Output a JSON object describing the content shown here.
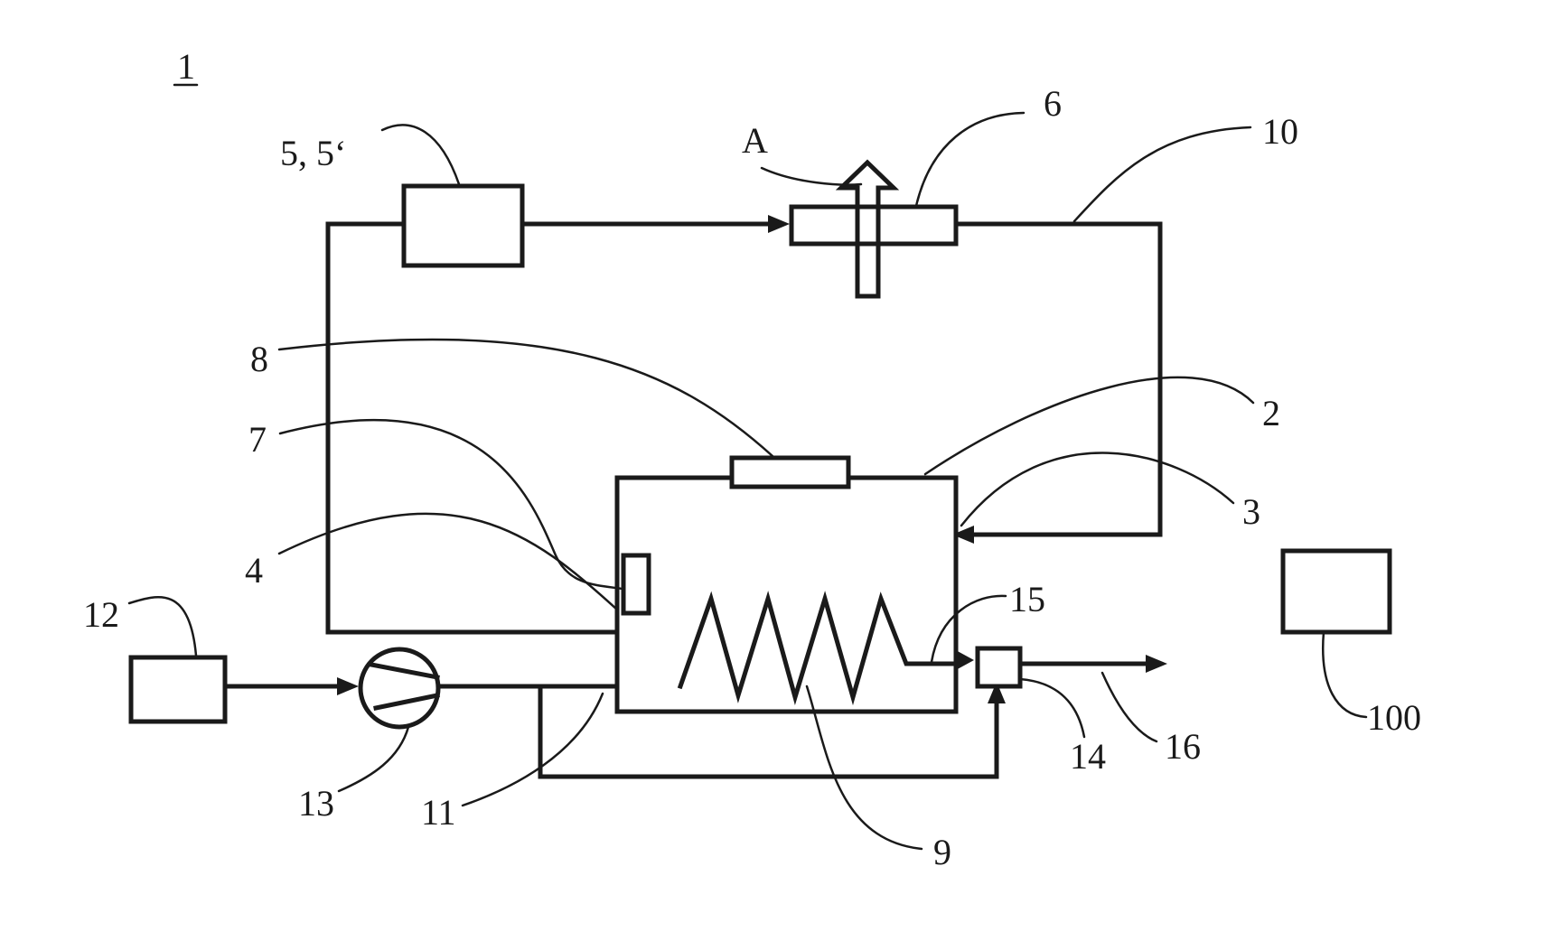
{
  "labels": {
    "figure": "1",
    "device_5": "5, 5‘",
    "arrow_a": "A",
    "heat_exchanger_6": "6",
    "line_10": "10",
    "sensor_8": "8",
    "chamber_2": "2",
    "inlet_3": "3",
    "sensor_7": "7",
    "outlet_4": "4",
    "outlet_15": "15",
    "source_12": "12",
    "pump_13": "13",
    "line_11": "11",
    "valve_14": "14",
    "line_16": "16",
    "coil_9": "9",
    "controller_100": "100"
  },
  "colors": {
    "ink": "#1a1a1a",
    "background": "#ffffff"
  }
}
